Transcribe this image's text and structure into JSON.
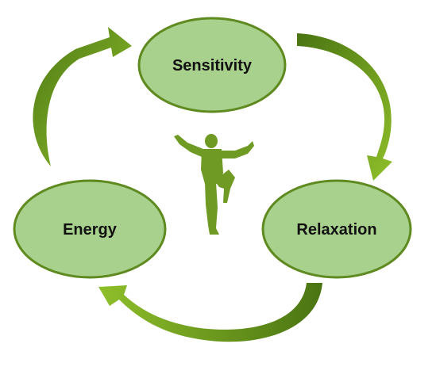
{
  "nodes": {
    "top": {
      "label": "Sensitivity"
    },
    "right": {
      "label": "Relaxation"
    },
    "left": {
      "label": "Energy"
    }
  },
  "figure": {
    "icon": "tai-chi-figure-icon"
  },
  "arrows": {
    "direction": "clockwise",
    "count": 3
  },
  "colors": {
    "node_fill": "#a9d18e",
    "node_stroke": "#5e8a1f",
    "arrow_light": "#8fbf2a",
    "arrow_dark": "#4f7a16",
    "figure": "#6f9a24",
    "label_text": "#111111"
  }
}
